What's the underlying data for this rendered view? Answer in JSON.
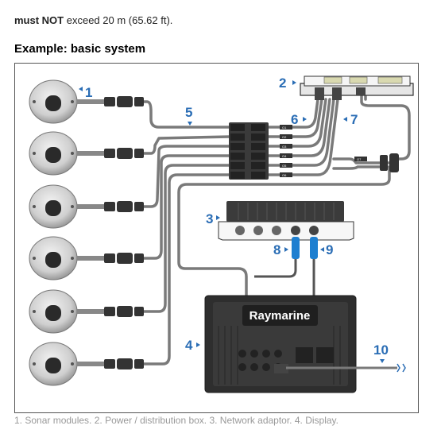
{
  "page": {
    "top_text_bold": "must NOT",
    "top_text_rest": " exceed 20 m (65.62 ft).",
    "heading": "Example: basic system",
    "bottom_text": "1. Sonar modules. 2. Power / distribution box. 3. Network adaptor. 4. Display."
  },
  "diagram": {
    "brand": "Raymarine",
    "callouts": [
      "1",
      "2",
      "3",
      "4",
      "5",
      "6",
      "7",
      "8",
      "9",
      "10"
    ],
    "port_labels": [
      "O1",
      "O2",
      "O3",
      "O4",
      "O5",
      "O6",
      "O7"
    ],
    "colors": {
      "accent": "#2a6db5",
      "cable": "#7a7a7a",
      "device": "#3b3b3b",
      "display": "#2e2e2e",
      "connector_blue": "#1e7fd0"
    }
  }
}
